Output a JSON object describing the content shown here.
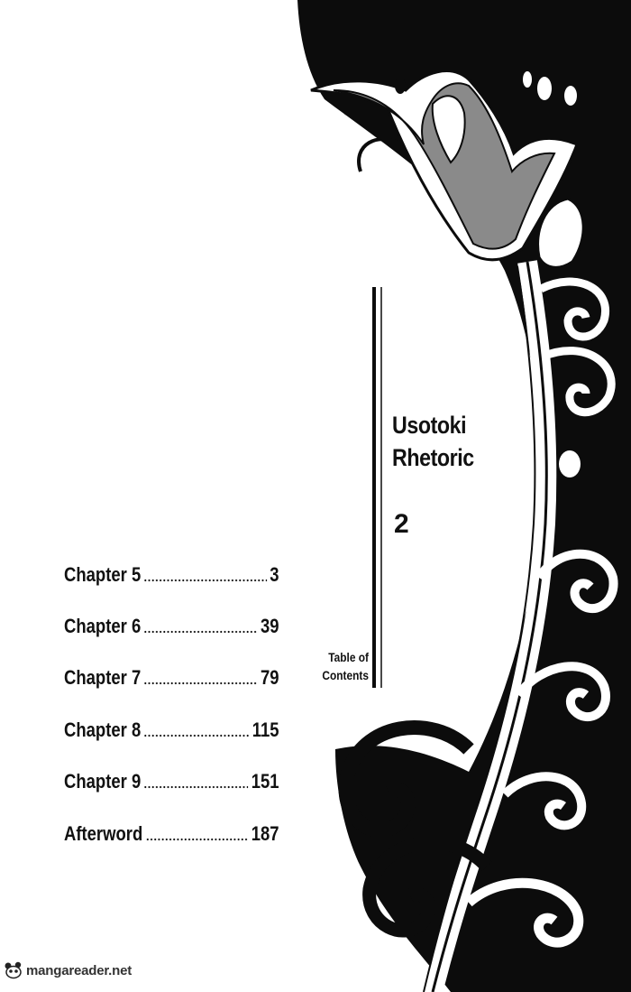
{
  "book": {
    "title_line1": "Usotoki",
    "title_line2": "Rhetoric",
    "volume": "2"
  },
  "toc": {
    "label_line1": "Table of",
    "label_line2": "Contents",
    "entries": [
      {
        "name": "Chapter 5",
        "page": "3"
      },
      {
        "name": "Chapter 6",
        "page": "39"
      },
      {
        "name": "Chapter 7",
        "page": "79"
      },
      {
        "name": "Chapter 8",
        "page": "115"
      },
      {
        "name": "Chapter 9",
        "page": "151"
      },
      {
        "name": "Afterword",
        "page": "187"
      }
    ]
  },
  "watermark": {
    "text": "mangareader.net",
    "icon": "panda-mascot-icon"
  },
  "colors": {
    "ink": "#111111",
    "paper": "#ffffff"
  }
}
